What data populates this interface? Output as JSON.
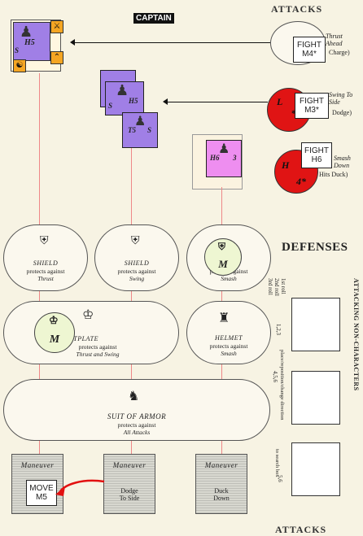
{
  "header": {
    "captain_label": "CAPTAIN",
    "attacks_title": "ATTACKS",
    "defenses_title": "DEFENSES",
    "bottom_attacks": "ATTACKS"
  },
  "captain_counter": {
    "code": "H5",
    "corner": "S"
  },
  "counters": [
    {
      "code": "H5",
      "corner": "S"
    },
    {
      "code": "T5",
      "corner": "S"
    },
    {
      "code": "H6",
      "corner": "3"
    }
  ],
  "attack_circles": [
    {
      "letter": "",
      "text": "Thrust Ahead",
      "sub": "Charge)",
      "chit": "FIGHT\nM4*"
    },
    {
      "letter": "L",
      "text": "Swing To Side",
      "sub": "Dodge)",
      "chit": "FIGHT\nM3*"
    },
    {
      "letter": "H",
      "text": "Smash Down",
      "sub": "Hits Duck)",
      "chit": "FIGHT\nH6"
    }
  ],
  "red_attack_values": {
    "mid": "*",
    "heavy": "4*"
  },
  "defenses": {
    "shield1": {
      "name": "SHIELD",
      "line1": "protects against",
      "line2": "Thrust"
    },
    "shield2": {
      "name": "SHIELD",
      "line1": "protects against",
      "line2": "Swing"
    },
    "shield3": {
      "name": "",
      "line1": "protects against",
      "line2": "Smash"
    },
    "breastplate": {
      "name": "EASTPLATE",
      "line1": "protects against",
      "line2": "Thrust and Swing"
    },
    "helmet": {
      "name": "HELMET",
      "line1": "protects against",
      "line2": "Smash"
    },
    "suit": {
      "name": "SUIT OF ARMOR",
      "line1": "protects against",
      "line2": "All Attacks"
    }
  },
  "m_chips": [
    "M",
    "M"
  ],
  "maneuvers": [
    {
      "title": "Maneuver",
      "line1": "",
      "line2": ""
    },
    {
      "title": "Maneuver",
      "line1": "Dodge",
      "line2": "To Side"
    },
    {
      "title": "Maneuver",
      "line1": "Duck",
      "line2": "Down"
    }
  ],
  "move_chit": "MOVE\nM5",
  "side_text": {
    "attacking": "ATTACKING NON-CHARACTERS",
    "rolls": [
      "1st roll",
      "2nd roll",
      "3rd roll"
    ],
    "rows": [
      "1,2,3",
      "4,5,6",
      "5,6"
    ],
    "note1": "place/reposition/change direction",
    "note2": "to search box"
  }
}
